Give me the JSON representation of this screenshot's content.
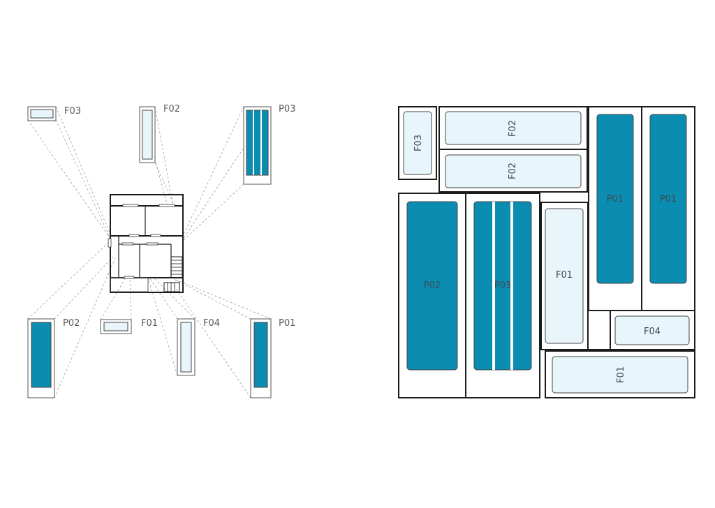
{
  "colors": {
    "solid": "#0b8db2",
    "glass": "#e8f6fb",
    "line": "#1b1b1b"
  },
  "left": {
    "labels": {
      "f03": "F03",
      "f02": "F02",
      "p03": "P03",
      "p02": "P02",
      "f01": "F01",
      "f04": "F04",
      "p01": "P01"
    }
  },
  "right": {
    "labels": {
      "f03": "F03",
      "f02a": "F02",
      "f02b": "F02",
      "p01a": "P01",
      "p01b": "P01",
      "p02": "P02",
      "p03": "P03",
      "f01a": "F01",
      "f04": "F04",
      "f01b": "F01"
    }
  }
}
